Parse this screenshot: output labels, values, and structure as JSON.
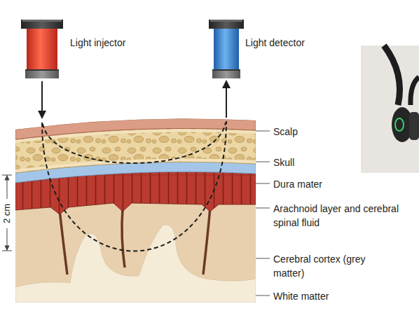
{
  "diagram": {
    "nodes": [
      {
        "text": [
          "Light injector"
        ]
      },
      {
        "text": [
          "Light detector"
        ]
      }
    ],
    "labels": [
      "2 cm",
      "Scalp",
      "Skull",
      "Dura mater",
      "Arachnoid layer and cerebral spinal fluid",
      "Cerebral cortex (grey matter)",
      "White matter"
    ]
  }
}
